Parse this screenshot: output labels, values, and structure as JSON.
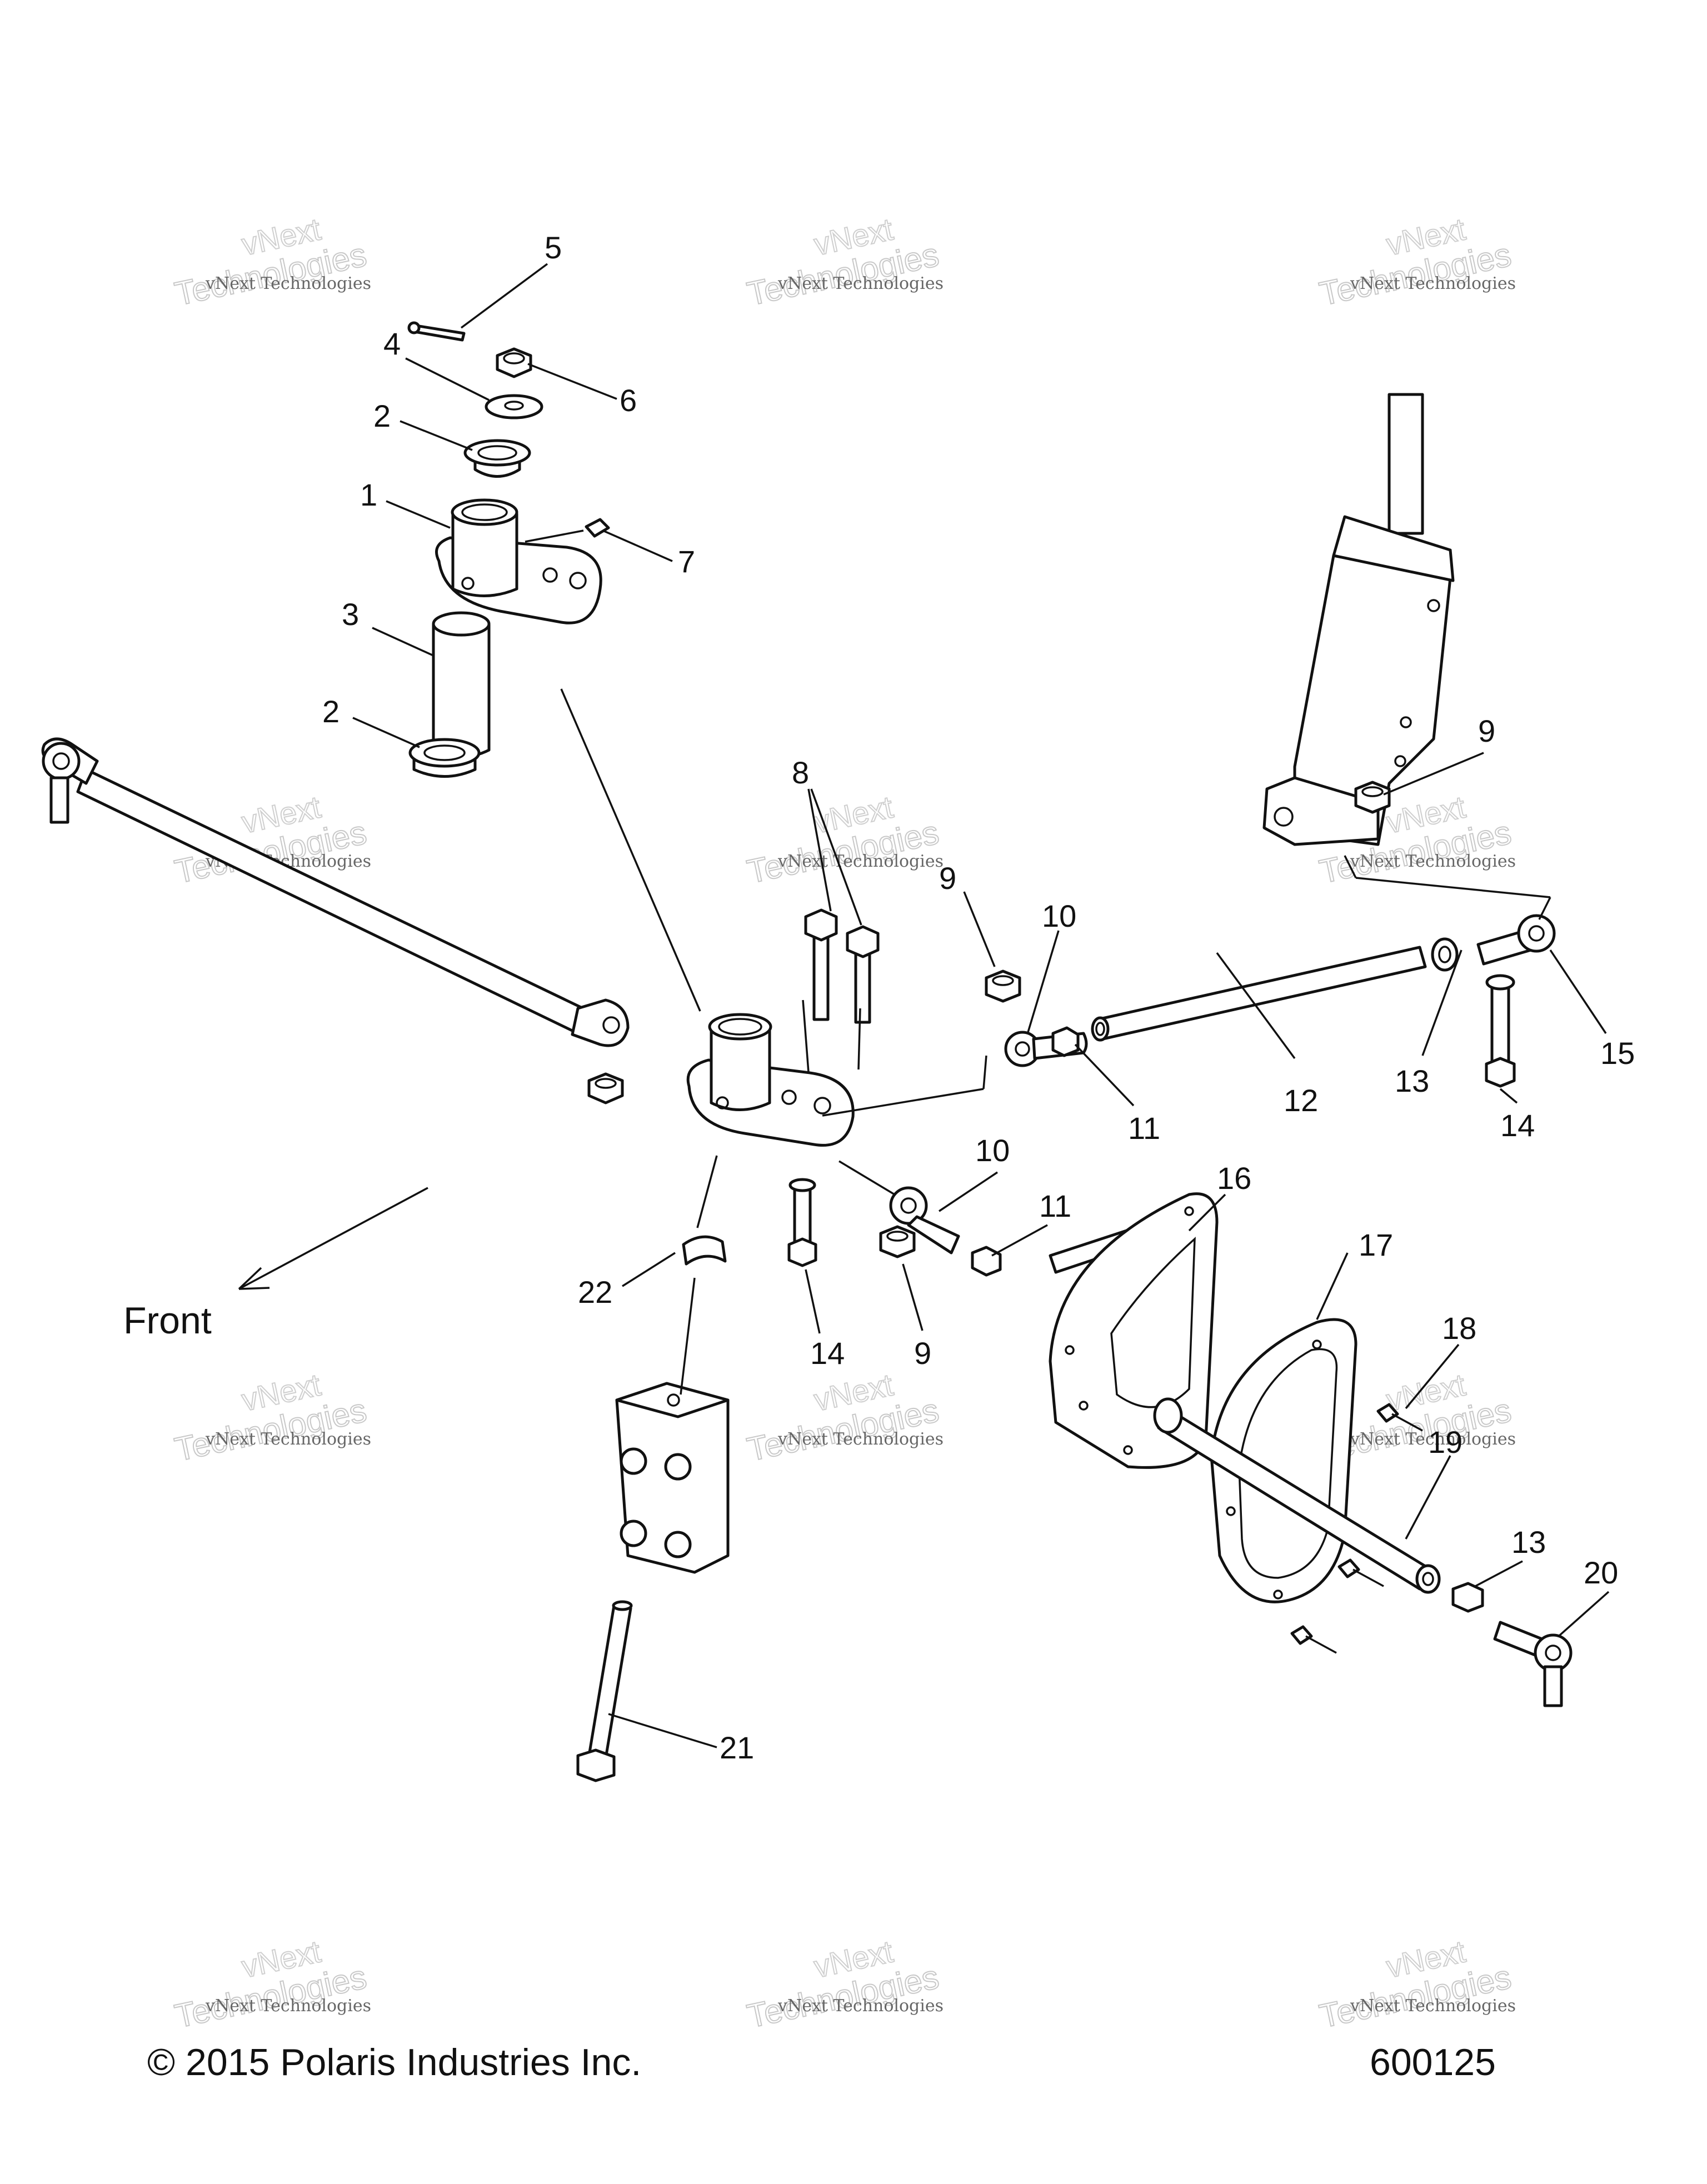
{
  "diagram": {
    "callouts": [
      {
        "id": "c1",
        "text": "1"
      },
      {
        "id": "c2a",
        "text": "2"
      },
      {
        "id": "c2b",
        "text": "2"
      },
      {
        "id": "c3",
        "text": "3"
      },
      {
        "id": "c4",
        "text": "4"
      },
      {
        "id": "c5",
        "text": "5"
      },
      {
        "id": "c6",
        "text": "6"
      },
      {
        "id": "c7",
        "text": "7"
      },
      {
        "id": "c8",
        "text": "8"
      },
      {
        "id": "c9a",
        "text": "9"
      },
      {
        "id": "c9b",
        "text": "9"
      },
      {
        "id": "c9c",
        "text": "9"
      },
      {
        "id": "c10a",
        "text": "10"
      },
      {
        "id": "c10b",
        "text": "10"
      },
      {
        "id": "c11a",
        "text": "11"
      },
      {
        "id": "c11b",
        "text": "11"
      },
      {
        "id": "c12",
        "text": "12"
      },
      {
        "id": "c13a",
        "text": "13"
      },
      {
        "id": "c13b",
        "text": "13"
      },
      {
        "id": "c14a",
        "text": "14"
      },
      {
        "id": "c14b",
        "text": "14"
      },
      {
        "id": "c15",
        "text": "15"
      },
      {
        "id": "c16",
        "text": "16"
      },
      {
        "id": "c17",
        "text": "17"
      },
      {
        "id": "c18",
        "text": "18"
      },
      {
        "id": "c19",
        "text": "19"
      },
      {
        "id": "c20",
        "text": "20"
      },
      {
        "id": "c21",
        "text": "21"
      },
      {
        "id": "c22",
        "text": "22"
      }
    ],
    "direction_label": "Front",
    "copyright": "© 2015 Polaris Industries Inc.",
    "figure_number": "600125",
    "watermark": {
      "line_small": "vNext Technologies",
      "line_big_1": "vNext",
      "line_big_2": "Technologies"
    }
  }
}
